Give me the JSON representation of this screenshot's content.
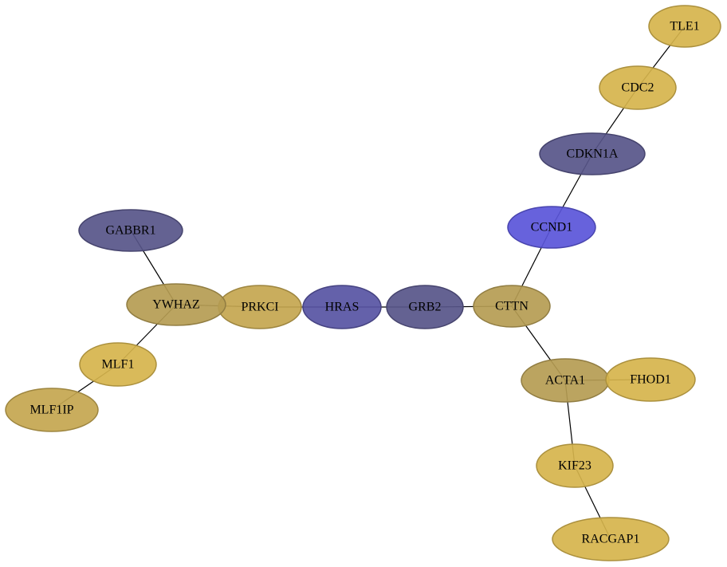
{
  "palette": {
    "gold": "#d6b44c",
    "gold_dark": "#c4a64f",
    "olive": "#b59c52",
    "navy": "#575589",
    "slate_blue": "#5754a3",
    "blue": "#5a55d9"
  },
  "nodes": [
    {
      "id": "TLE1",
      "label": "TLE1",
      "color_key": "gold"
    },
    {
      "id": "CDC2",
      "label": "CDC2",
      "color_key": "gold"
    },
    {
      "id": "CDKN1A",
      "label": "CDKN1A",
      "color_key": "navy"
    },
    {
      "id": "CCND1",
      "label": "CCND1",
      "color_key": "blue"
    },
    {
      "id": "CTTN",
      "label": "CTTN",
      "color_key": "olive"
    },
    {
      "id": "GRB2",
      "label": "GRB2",
      "color_key": "navy"
    },
    {
      "id": "HRAS",
      "label": "HRAS",
      "color_key": "slate_blue"
    },
    {
      "id": "PRKCI",
      "label": "PRKCI",
      "color_key": "gold_dark"
    },
    {
      "id": "YWHAZ",
      "label": "YWHAZ",
      "color_key": "olive"
    },
    {
      "id": "GABBR1",
      "label": "GABBR1",
      "color_key": "navy"
    },
    {
      "id": "MLF1",
      "label": "MLF1",
      "color_key": "gold"
    },
    {
      "id": "MLF1IP",
      "label": "MLF1IP",
      "color_key": "gold_dark"
    },
    {
      "id": "ACTA1",
      "label": "ACTA1",
      "color_key": "olive"
    },
    {
      "id": "FHOD1",
      "label": "FHOD1",
      "color_key": "gold"
    },
    {
      "id": "KIF23",
      "label": "KIF23",
      "color_key": "gold"
    },
    {
      "id": "RACGAP1",
      "label": "RACGAP1",
      "color_key": "gold"
    }
  ],
  "edges": [
    [
      "TLE1",
      "CDC2"
    ],
    [
      "CDC2",
      "CDKN1A"
    ],
    [
      "CDKN1A",
      "CCND1"
    ],
    [
      "CCND1",
      "CTTN"
    ],
    [
      "CTTN",
      "GRB2"
    ],
    [
      "GRB2",
      "HRAS"
    ],
    [
      "HRAS",
      "PRKCI"
    ],
    [
      "PRKCI",
      "YWHAZ"
    ],
    [
      "YWHAZ",
      "GABBR1"
    ],
    [
      "YWHAZ",
      "MLF1"
    ],
    [
      "MLF1",
      "MLF1IP"
    ],
    [
      "CTTN",
      "ACTA1"
    ],
    [
      "ACTA1",
      "FHOD1"
    ],
    [
      "ACTA1",
      "KIF23"
    ],
    [
      "KIF23",
      "RACGAP1"
    ]
  ]
}
